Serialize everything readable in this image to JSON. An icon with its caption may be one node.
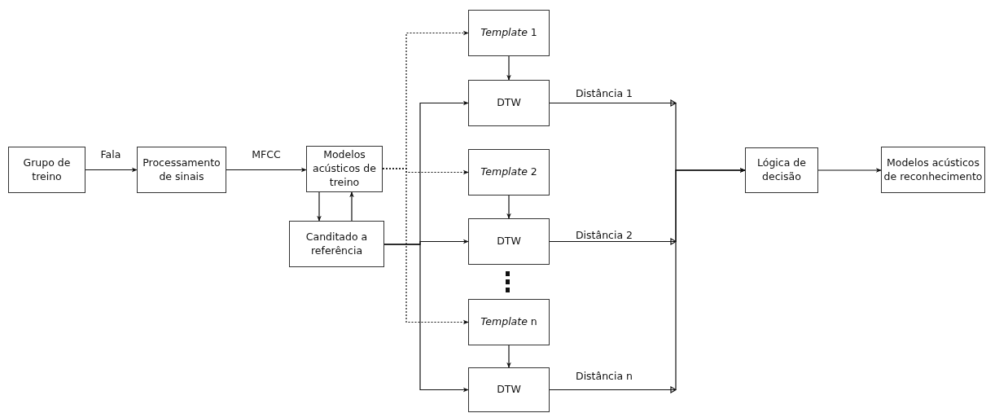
{
  "diagram": {
    "nodes": [
      {
        "text": [
          "Grupo de treino"
        ]
      },
      {
        "text": [
          "Processamento de sinais"
        ]
      },
      {
        "text": [
          "Modelos acústicos de treino"
        ]
      },
      {
        "text": [
          "Canditado a referência"
        ]
      },
      {
        "text": [
          "*Template* 1"
        ]
      },
      {
        "text": [
          "DTW"
        ]
      },
      {
        "text": [
          "*Template* 2"
        ]
      },
      {
        "text": [
          "DTW"
        ]
      },
      {
        "text": [
          "*Template* n"
        ]
      },
      {
        "text": [
          "DTW"
        ]
      },
      {
        "text": [
          "Lógica de decisão"
        ]
      },
      {
        "text": [
          "Modelos acústicos de reconhecimento"
        ]
      }
    ],
    "edges": [
      {
        "from": 0,
        "to": 1,
        "arrow": "to",
        "label": "Fala"
      },
      {
        "from": 1,
        "to": 2,
        "arrow": "to",
        "label": "MFCC"
      },
      {
        "from": 2,
        "to": 3,
        "arrow": "to"
      },
      {
        "from": 3,
        "to": 2,
        "arrow": "to"
      },
      {
        "from": 2,
        "to": 4,
        "arrow": "to",
        "style": "dashed"
      },
      {
        "from": 2,
        "to": 6,
        "arrow": "to",
        "style": "dashed"
      },
      {
        "from": 2,
        "to": 8,
        "arrow": "to",
        "style": "dashed"
      },
      {
        "from": 4,
        "to": 5,
        "arrow": "to"
      },
      {
        "from": 6,
        "to": 7,
        "arrow": "to"
      },
      {
        "from": 8,
        "to": 9,
        "arrow": "to"
      },
      {
        "from": 3,
        "to": 5,
        "arrow": "to"
      },
      {
        "from": 3,
        "to": 7,
        "arrow": "to"
      },
      {
        "from": 3,
        "to": 9,
        "arrow": "to"
      },
      {
        "from": 5,
        "to": 10,
        "arrow": "to",
        "label": "Distância 1"
      },
      {
        "from": 7,
        "to": 10,
        "arrow": "to",
        "label": "Distância 2"
      },
      {
        "from": 9,
        "to": 10,
        "arrow": "to",
        "label": "Distância n"
      },
      {
        "from": 10,
        "to": 11,
        "arrow": "to"
      }
    ]
  }
}
